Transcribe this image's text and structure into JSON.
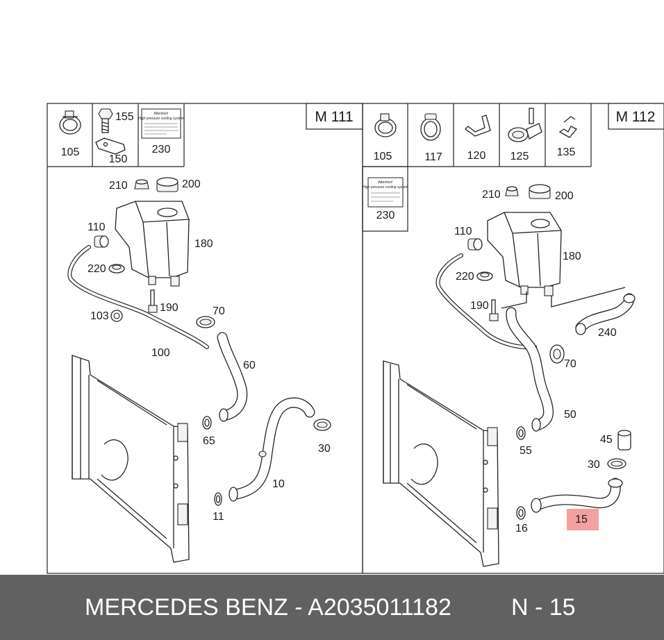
{
  "left_panel": {
    "engine_code": "M 111",
    "thumbnails": [
      {
        "id": "105",
        "icon": "hose-clamp-icon"
      },
      {
        "id": "155",
        "icon": "bolt-icon"
      },
      {
        "id": "150",
        "icon": "bracket-icon"
      },
      {
        "id": "230",
        "icon": "warning-label-icon"
      }
    ],
    "callouts": {
      "c210": "210",
      "c200": "200",
      "c110": "110",
      "c180": "180",
      "c220": "220",
      "c190": "190",
      "c103": "103",
      "c70": "70",
      "c100": "100",
      "c60": "60",
      "c65": "65",
      "c30": "30",
      "c10": "10",
      "c11": "11"
    }
  },
  "right_panel": {
    "engine_code": "M 112",
    "thumbnails": [
      {
        "id": "105",
        "icon": "hose-clamp-icon"
      },
      {
        "id": "117",
        "icon": "spring-clamp-icon"
      },
      {
        "id": "120",
        "icon": "clip-icon"
      },
      {
        "id": "125",
        "icon": "hose-holder-icon"
      },
      {
        "id": "135",
        "icon": "retaining-clip-icon"
      }
    ],
    "label_id": "230",
    "callouts": {
      "c210": "210",
      "c200": "200",
      "c110": "110",
      "c180": "180",
      "c220": "220",
      "c190": "190",
      "c240": "240",
      "c70": "70",
      "c50": "50",
      "c55": "55",
      "c45": "45",
      "c30": "30",
      "c16": "16",
      "c15": "15"
    }
  },
  "label_text": {
    "line1": "Attention!",
    "line2": "High pressure cooling system"
  },
  "highlight": {
    "position": "15",
    "color": "#f2a0a0"
  },
  "footer": {
    "part_text": "MERCEDES BENZ - A2035011182",
    "position_text": "N - 15",
    "background": "#616161"
  }
}
